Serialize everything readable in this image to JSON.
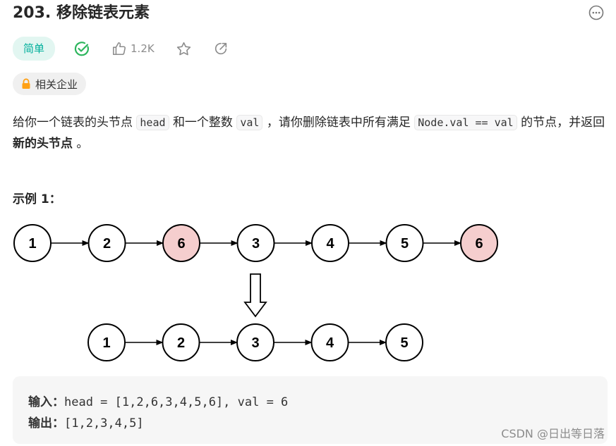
{
  "problem": {
    "title": "203. 移除链表元素",
    "difficulty": "简单",
    "likes": "1.2K",
    "company_chip": "相关企业"
  },
  "description": {
    "p1": "给你一个链表的头节点",
    "code_head": "head",
    "p2": "和一个整数",
    "code_val": "val",
    "p3": "，请你删除链表中所有满足",
    "code_cond": "Node.val == val",
    "p4": "的节点，并返回",
    "strong": "新的头节点",
    "p5": "。"
  },
  "example": {
    "title": "示例 1：",
    "input_label": "输入：",
    "input_value": "head = [1,2,6,3,4,5,6], val = 6",
    "output_label": "输出：",
    "output_value": "[1,2,3,4,5]"
  },
  "diagram": {
    "before": [
      {
        "value": "1",
        "removed": false
      },
      {
        "value": "2",
        "removed": false
      },
      {
        "value": "6",
        "removed": true
      },
      {
        "value": "3",
        "removed": false
      },
      {
        "value": "4",
        "removed": false
      },
      {
        "value": "5",
        "removed": false
      },
      {
        "value": "6",
        "removed": true
      }
    ],
    "after": [
      {
        "value": "1"
      },
      {
        "value": "2"
      },
      {
        "value": "3"
      },
      {
        "value": "4"
      },
      {
        "value": "5"
      }
    ]
  },
  "watermark": "CSDN @日出等日落",
  "colors": {
    "easy_text": "#00af9b",
    "easy_bg": "#e2f6f1",
    "accepted_icon": "#2db55d",
    "removed_fill": "#f5cece",
    "lock_icon": "#ffa116"
  }
}
